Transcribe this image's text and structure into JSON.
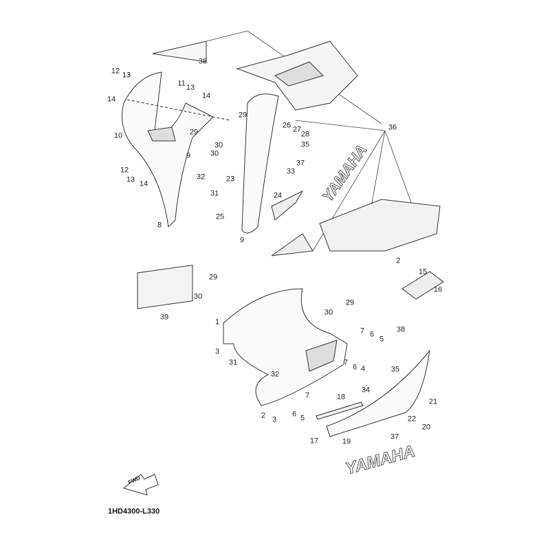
{
  "diagram_code": "1HD4300-L330",
  "fwd_label": "FWD",
  "callouts": [
    "38",
    "12",
    "13",
    "14",
    "11",
    "13",
    "14",
    "29",
    "29",
    "30",
    "9",
    "30",
    "10",
    "12",
    "13",
    "14",
    "32",
    "31",
    "8",
    "36",
    "26",
    "27",
    "28",
    "35",
    "33",
    "37",
    "23",
    "24",
    "25",
    "9",
    "2",
    "15",
    "16",
    "29",
    "30",
    "39",
    "1",
    "29",
    "30",
    "7",
    "6",
    "5",
    "3",
    "31",
    "32",
    "7",
    "6",
    "4",
    "38",
    "35",
    "34",
    "18",
    "7",
    "6",
    "5",
    "2",
    "3",
    "21",
    "22",
    "20",
    "17",
    "19",
    "37"
  ],
  "decal_text": [
    "YAMAHA",
    "YAMAHA"
  ]
}
